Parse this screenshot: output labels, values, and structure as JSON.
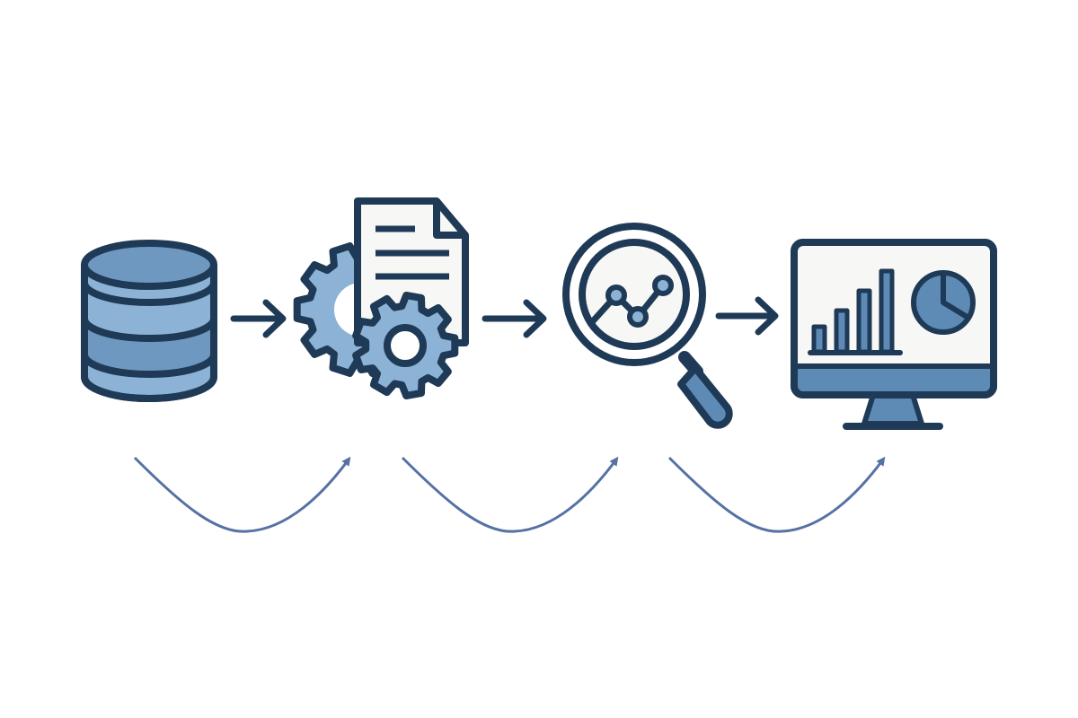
{
  "diagram": {
    "type": "pipeline-flow",
    "steps": [
      {
        "id": "data-source",
        "icon": "database-icon"
      },
      {
        "id": "processing",
        "icon": "gear-document-icon"
      },
      {
        "id": "analysis",
        "icon": "magnifier-chart-icon"
      },
      {
        "id": "visualization",
        "icon": "monitor-dashboard-icon"
      }
    ],
    "connectors": [
      "arrow-right-icon",
      "arrow-right-icon",
      "arrow-right-icon"
    ],
    "return_curves": [
      "curved-arrow-icon",
      "curved-arrow-icon",
      "curved-arrow-icon"
    ]
  },
  "colors": {
    "outline": "#1f3a56",
    "fill_mid": "#5e8bb6",
    "fill_light": "#8cb3d5",
    "paper": "#f7f7f5",
    "curve": "#5671a3"
  }
}
